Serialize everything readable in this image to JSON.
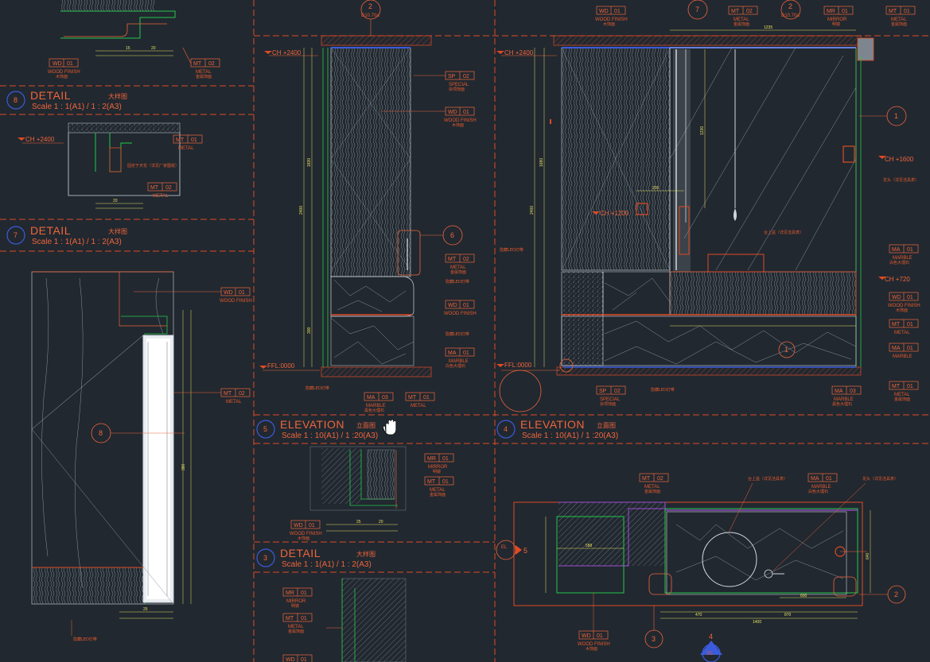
{
  "drawing": {
    "colors": {
      "background": "#212830",
      "annotation": "#f0653a",
      "outline": "#23c94a",
      "dimension": "#e8e060"
    },
    "titles": [
      {
        "id": "detail-8",
        "num": "8",
        "label": "DETAIL",
        "cn": "大样图",
        "scale": "Scale 1 : 1(A1) / 1 : 2(A3)"
      },
      {
        "id": "detail-7",
        "num": "7",
        "label": "DETAIL",
        "cn": "大样图",
        "scale": "Scale 1 : 1(A1) / 1 : 2(A3)"
      },
      {
        "id": "elev-5",
        "num": "5",
        "label": "ELEVATION",
        "cn": "立面图",
        "scale": "Scale 1 : 10(A1) / 1 :20(A3)"
      },
      {
        "id": "elev-4",
        "num": "4",
        "label": "ELEVATION",
        "cn": "立面图",
        "scale": "Scale 1 : 10(A1) / 1 :20(A3)"
      },
      {
        "id": "detail-3",
        "num": "3",
        "label": "DETAIL",
        "cn": "大样图",
        "scale": "Scale 1 : 1(A1) / 1 : 2(A3)"
      }
    ],
    "levels": {
      "ch2400": "CH +2400",
      "ch1600": "CH +1600",
      "ch1200": "CH +1200",
      "ch720": "CH +720",
      "ffl": "FFL:0000"
    },
    "refs": {
      "d1": "D10.70a",
      "n2": "2",
      "n7": "7",
      "n6": "6",
      "n1": "1",
      "n8": "8",
      "n3": "3",
      "n4": "4",
      "n5": "5",
      "el": "EL"
    },
    "tags": {
      "wd01": {
        "code": "WD",
        "num": "01",
        "name": "WOOD FINISH",
        "cn": "木饰面"
      },
      "mt01": {
        "code": "MT",
        "num": "01",
        "name": "METAL",
        "cn": "金属饰面"
      },
      "mt02": {
        "code": "MT",
        "num": "02",
        "name": "METAL",
        "cn": "金属饰面"
      },
      "sp02": {
        "code": "SP",
        "num": "02",
        "name": "SPECIAL",
        "cn": "杂项饰面"
      },
      "ma01": {
        "code": "MA",
        "num": "01",
        "name": "MARBLE",
        "cn": "白色大理石"
      },
      "ma03": {
        "code": "MA",
        "num": "03",
        "name": "MARBLE",
        "cn": "黑色大理石"
      },
      "mr01": {
        "code": "MR",
        "num": "01",
        "name": "MIRROR",
        "cn": "明镜"
      }
    },
    "notes": {
      "led": "隐藏LED灯带",
      "basin": "台上盆（详见洁具表）",
      "faucet": "龙头（详见洁具表）",
      "fixing": "固定于天花（详见厂家图纸）"
    },
    "dims": {
      "d1235": "1235",
      "d1230": "1230",
      "d200": "200",
      "d588": "588",
      "d470": "470",
      "d870": "870",
      "d1400": "1400",
      "d600": "600",
      "d640": "640",
      "d2400": "2400",
      "d1680": "1680",
      "d1830": "1830",
      "d300": "300",
      "d380": "380",
      "d25": "25",
      "d15": "15",
      "d20": "20"
    }
  }
}
